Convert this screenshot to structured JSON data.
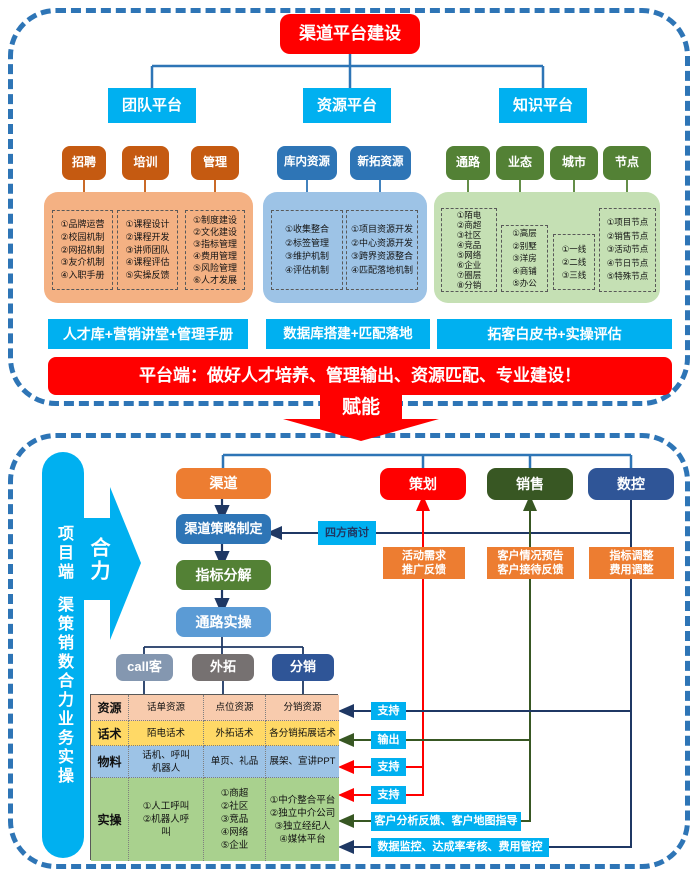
{
  "colors": {
    "cyan": "#00B0F0",
    "red": "#FF0000",
    "orange_dark": "#C55A11",
    "orange": "#ED7D31",
    "blue": "#2E75B6",
    "blue_light": "#5B9BD5",
    "green_dark": "#538135",
    "green_deep": "#385723",
    "navy": "#1F3864",
    "steel": "#8497B0",
    "gray": "#767171",
    "navy_box": "#2F5597",
    "panel_orange": "#F4B183",
    "panel_blue": "#9DC3E6",
    "panel_green": "#C5E0B4",
    "row_resource": "#F8CBAD",
    "row_script": "#FFD966",
    "row_material": "#9DC3E6",
    "row_practice": "#A9D18E"
  },
  "top": {
    "title": "渠道平台建设",
    "platforms": [
      "团队平台",
      "资源平台",
      "知识平台"
    ],
    "level2": [
      "招聘",
      "培训",
      "管理",
      "库内资源",
      "新拓资源",
      "通路",
      "业态",
      "城市",
      "节点"
    ],
    "lists": [
      "①品牌运营\n②校园机制\n②网招机制\n③友介机制\n④入职手册",
      "①课程设计\n②课程开发\n③讲师团队\n④课程评估\n⑤实操反馈",
      "①制度建设\n②文化建设\n③指标管理\n④费用管理\n⑤风险管理\n⑥人才发展",
      "①收集整合\n②标签管理\n③维护机制\n④评估机制",
      "①项目资源开发\n②中心资源开发\n③跨界资源整合\n④匹配落地机制",
      "①陌电\n②商超\n③社区\n④竞品\n⑤网络\n⑥企业\n⑦圈层\n⑧分销",
      "①高层\n②别墅\n③洋房\n④商铺\n⑤办公",
      "①一线\n②二线\n③三线",
      "①项目节点\n②销售节点\n③活动节点\n④节日节点\n⑤特殊节点"
    ],
    "bars": [
      "人才库+营销讲堂+管理手册",
      "数据库搭建+匹配落地",
      "拓客白皮书+实操评估"
    ],
    "slogan": "平台端：做好人才培养、管理输出、资源匹配、专业建设！",
    "empower": "赋能"
  },
  "bottom": {
    "side_title": "项目端",
    "side_subtitle": "渠策销数合力业务实操",
    "synergy": "合力",
    "flow": [
      "渠道",
      "渠道策略制定",
      "指标分解",
      "通路实操"
    ],
    "discuss": "四方商讨",
    "roles": [
      "策划",
      "销售",
      "数控"
    ],
    "role_notes": [
      "活动需求\n推广反馈",
      "客户情况预告\n客户接待反馈",
      "指标调整\n费用调整"
    ],
    "channels": [
      "call客",
      "外拓",
      "分销"
    ],
    "table": {
      "row_headers": [
        "资源",
        "话术",
        "物料",
        "实操"
      ],
      "rows": [
        [
          "话单资源",
          "点位资源",
          "分销资源"
        ],
        [
          "陌电话术",
          "外拓话术",
          "各分销拓展话术"
        ],
        [
          "话机、呼叫\n机器人",
          "单页、礼品",
          "展架、宣讲PPT"
        ],
        [
          "①人工呼叫\n②机器人呼\n叫",
          "①商超\n②社区\n③竞品\n④网络\n⑤企业",
          "①中介整合平台\n②独立中介公司\n③独立经纪人\n④媒体平台"
        ]
      ]
    },
    "feedback": [
      "支持",
      "输出",
      "支持",
      "支持",
      "客户分析反馈、客户地图指导",
      "数据监控、达成率考核、费用管控"
    ]
  }
}
